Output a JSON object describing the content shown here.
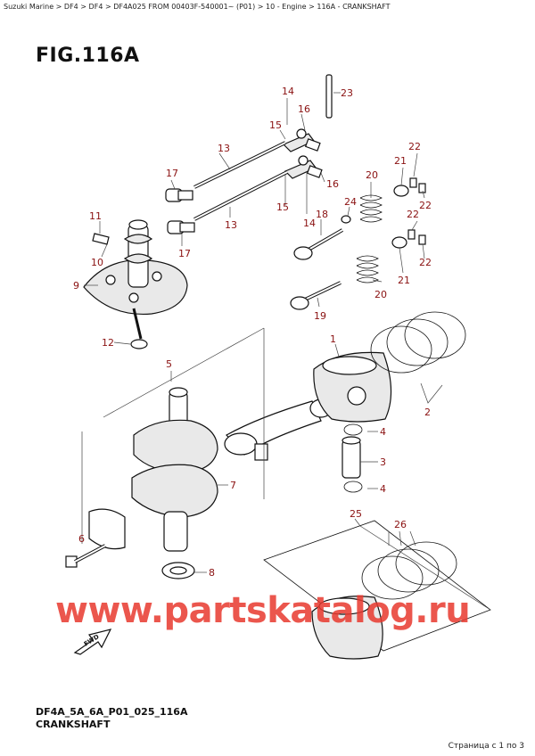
{
  "breadcrumb": "Suzuki Marine > DF4 > DF4 > DF4A025 FROM 00403F-540001~ (P01) > 10 - Engine > 116A - CRANKSHAFT",
  "figure_title": "FIG.116A",
  "footer": {
    "code": "DF4A_5A_6A_P01_025_116A",
    "name": "CRANKSHAFT"
  },
  "page_info": "Страница с 1 по 3",
  "watermark": "www.partskatalog.ru",
  "fwd_label": "FWD",
  "callouts": {
    "c1": "1",
    "c2": "2",
    "c3": "3",
    "c4a": "4",
    "c4b": "4",
    "c5": "5",
    "c6": "6",
    "c7": "7",
    "c8": "8",
    "c9": "9",
    "c10": "10",
    "c11": "11",
    "c12": "12",
    "c13a": "13",
    "c13b": "13",
    "c14a": "14",
    "c14b": "14",
    "c15a": "15",
    "c15b": "15",
    "c16a": "16",
    "c16b": "16",
    "c17a": "17",
    "c17b": "17",
    "c18": "18",
    "c19": "19",
    "c20a": "20",
    "c20b": "20",
    "c21a": "21",
    "c21b": "21",
    "c22a": "22",
    "c22b": "22",
    "c22c": "22",
    "c22d": "22",
    "c23": "23",
    "c24": "24",
    "c25": "25",
    "c26": "26"
  }
}
